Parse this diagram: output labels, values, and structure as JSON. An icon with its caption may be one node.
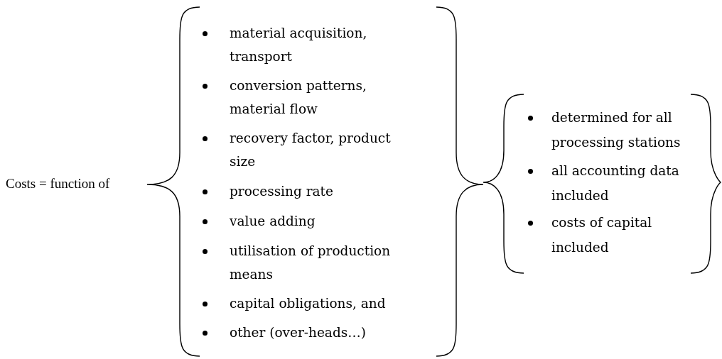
{
  "diagram": {
    "nodes": [
      {
        "text": [
          "material acquisition, transport",
          "conversion patterns, material flow",
          "recovery factor, product size",
          "processing rate",
          "value adding",
          "utilisation of production means",
          "capital obligations, and",
          "other (over-heads…)"
        ]
      },
      {
        "text": [
          "determined for all processing stations",
          "all accounting data included",
          "costs of capital included"
        ]
      }
    ],
    "labels": [
      "Costs = function of"
    ]
  }
}
